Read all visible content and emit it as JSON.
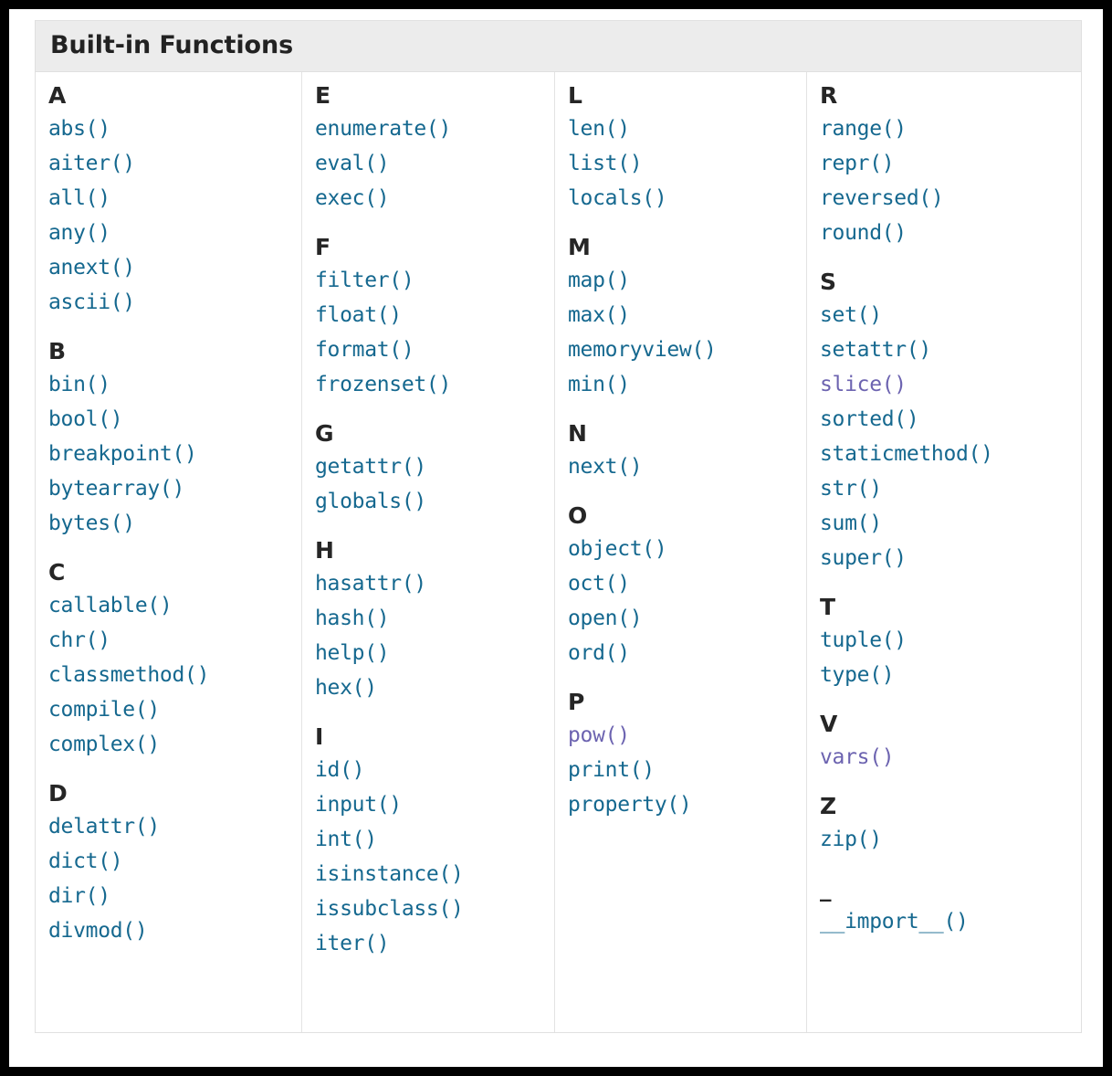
{
  "header": {
    "title": "Built-in Functions"
  },
  "colors": {
    "link": "#15688f",
    "visited_link": "#6c63b0",
    "letter": "#262626",
    "header_bg": "#ececec",
    "border": "#e0e0e0",
    "frame": "#000000"
  },
  "columns": [
    {
      "name": "column-1",
      "groups": [
        {
          "letter": "A",
          "functions": [
            {
              "label": "abs()",
              "visited": false
            },
            {
              "label": "aiter()",
              "visited": false
            },
            {
              "label": "all()",
              "visited": false
            },
            {
              "label": "any()",
              "visited": false
            },
            {
              "label": "anext()",
              "visited": false
            },
            {
              "label": "ascii()",
              "visited": false
            }
          ]
        },
        {
          "letter": "B",
          "functions": [
            {
              "label": "bin()",
              "visited": false
            },
            {
              "label": "bool()",
              "visited": false
            },
            {
              "label": "breakpoint()",
              "visited": false
            },
            {
              "label": "bytearray()",
              "visited": false
            },
            {
              "label": "bytes()",
              "visited": false
            }
          ]
        },
        {
          "letter": "C",
          "functions": [
            {
              "label": "callable()",
              "visited": false
            },
            {
              "label": "chr()",
              "visited": false
            },
            {
              "label": "classmethod()",
              "visited": false
            },
            {
              "label": "compile()",
              "visited": false
            },
            {
              "label": "complex()",
              "visited": false
            }
          ]
        },
        {
          "letter": "D",
          "functions": [
            {
              "label": "delattr()",
              "visited": false
            },
            {
              "label": "dict()",
              "visited": false
            },
            {
              "label": "dir()",
              "visited": false
            },
            {
              "label": "divmod()",
              "visited": false
            }
          ]
        }
      ]
    },
    {
      "name": "column-2",
      "groups": [
        {
          "letter": "E",
          "functions": [
            {
              "label": "enumerate()",
              "visited": false
            },
            {
              "label": "eval()",
              "visited": false
            },
            {
              "label": "exec()",
              "visited": false
            }
          ]
        },
        {
          "letter": "F",
          "functions": [
            {
              "label": "filter()",
              "visited": false
            },
            {
              "label": "float()",
              "visited": false
            },
            {
              "label": "format()",
              "visited": false
            },
            {
              "label": "frozenset()",
              "visited": false
            }
          ]
        },
        {
          "letter": "G",
          "functions": [
            {
              "label": "getattr()",
              "visited": false
            },
            {
              "label": "globals()",
              "visited": false
            }
          ]
        },
        {
          "letter": "H",
          "functions": [
            {
              "label": "hasattr()",
              "visited": false
            },
            {
              "label": "hash()",
              "visited": false
            },
            {
              "label": "help()",
              "visited": false
            },
            {
              "label": "hex()",
              "visited": false
            }
          ]
        },
        {
          "letter": "I",
          "functions": [
            {
              "label": "id()",
              "visited": false
            },
            {
              "label": "input()",
              "visited": false
            },
            {
              "label": "int()",
              "visited": false
            },
            {
              "label": "isinstance()",
              "visited": false
            },
            {
              "label": "issubclass()",
              "visited": false
            },
            {
              "label": "iter()",
              "visited": false
            }
          ]
        }
      ]
    },
    {
      "name": "column-3",
      "groups": [
        {
          "letter": "L",
          "functions": [
            {
              "label": "len()",
              "visited": false
            },
            {
              "label": "list()",
              "visited": false
            },
            {
              "label": "locals()",
              "visited": false
            }
          ]
        },
        {
          "letter": "M",
          "functions": [
            {
              "label": "map()",
              "visited": false
            },
            {
              "label": "max()",
              "visited": false
            },
            {
              "label": "memoryview()",
              "visited": false
            },
            {
              "label": "min()",
              "visited": false
            }
          ]
        },
        {
          "letter": "N",
          "functions": [
            {
              "label": "next()",
              "visited": false
            }
          ]
        },
        {
          "letter": "O",
          "functions": [
            {
              "label": "object()",
              "visited": false
            },
            {
              "label": "oct()",
              "visited": false
            },
            {
              "label": "open()",
              "visited": false
            },
            {
              "label": "ord()",
              "visited": false
            }
          ]
        },
        {
          "letter": "P",
          "functions": [
            {
              "label": "pow()",
              "visited": true
            },
            {
              "label": "print()",
              "visited": false
            },
            {
              "label": "property()",
              "visited": false
            }
          ]
        }
      ]
    },
    {
      "name": "column-4",
      "groups": [
        {
          "letter": "R",
          "functions": [
            {
              "label": "range()",
              "visited": false
            },
            {
              "label": "repr()",
              "visited": false
            },
            {
              "label": "reversed()",
              "visited": false
            },
            {
              "label": "round()",
              "visited": false
            }
          ]
        },
        {
          "letter": "S",
          "functions": [
            {
              "label": "set()",
              "visited": false
            },
            {
              "label": "setattr()",
              "visited": false
            },
            {
              "label": "slice()",
              "visited": true
            },
            {
              "label": "sorted()",
              "visited": false
            },
            {
              "label": "staticmethod()",
              "visited": false
            },
            {
              "label": "str()",
              "visited": false
            },
            {
              "label": "sum()",
              "visited": false
            },
            {
              "label": "super()",
              "visited": false
            }
          ]
        },
        {
          "letter": "T",
          "functions": [
            {
              "label": "tuple()",
              "visited": false
            },
            {
              "label": "type()",
              "visited": false
            }
          ]
        },
        {
          "letter": "V",
          "functions": [
            {
              "label": "vars()",
              "visited": true
            }
          ]
        },
        {
          "letter": "Z",
          "functions": [
            {
              "label": "zip()",
              "visited": false
            }
          ]
        },
        {
          "letter": "_",
          "functions": [
            {
              "label": "__import__()",
              "visited": false
            }
          ]
        }
      ]
    }
  ]
}
